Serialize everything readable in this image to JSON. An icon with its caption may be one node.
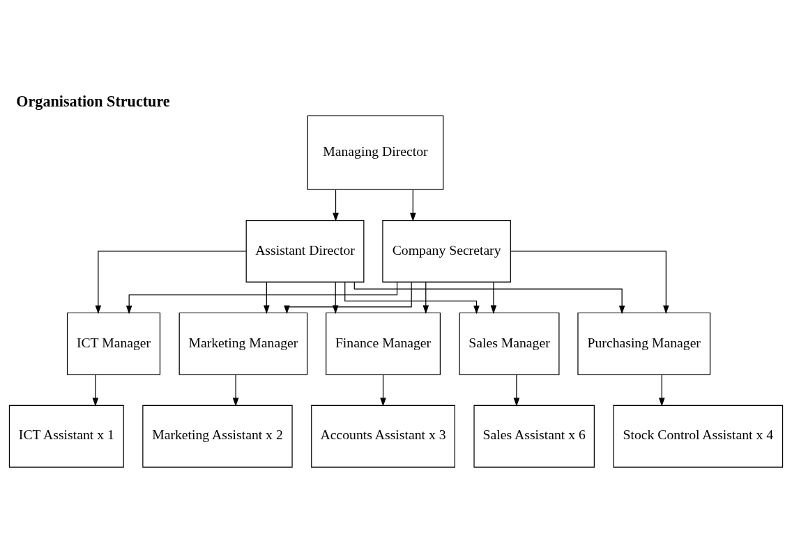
{
  "diagram": {
    "title": "Organisation Structure",
    "nodes": [
      {
        "text": [
          "Managing Director"
        ]
      },
      {
        "text": [
          "Assistant Director"
        ]
      },
      {
        "text": [
          "Company Secretary"
        ]
      },
      {
        "text": [
          "ICT Manager"
        ]
      },
      {
        "text": [
          "Marketing Manager"
        ]
      },
      {
        "text": [
          "Finance Manager"
        ]
      },
      {
        "text": [
          "Sales Manager"
        ]
      },
      {
        "text": [
          "Purchasing Manager"
        ]
      },
      {
        "text": [
          "ICT Assistant x 1"
        ]
      },
      {
        "text": [
          "Marketing Assistant x 2"
        ]
      },
      {
        "text": [
          "Accounts Assistant x 3"
        ]
      },
      {
        "text": [
          "Sales Assistant x 6"
        ]
      },
      {
        "text": [
          "Stock Control Assistant x 4"
        ]
      }
    ],
    "edges": [
      {
        "from": 0,
        "to": 1,
        "arrow": "to"
      },
      {
        "from": 0,
        "to": 2,
        "arrow": "to"
      },
      {
        "from": 1,
        "to": 3,
        "arrow": "to"
      },
      {
        "from": 1,
        "to": 4,
        "arrow": "to"
      },
      {
        "from": 1,
        "to": 5,
        "arrow": "to"
      },
      {
        "from": 1,
        "to": 6,
        "arrow": "to"
      },
      {
        "from": 1,
        "to": 7,
        "arrow": "to"
      },
      {
        "from": 2,
        "to": 3,
        "arrow": "to"
      },
      {
        "from": 2,
        "to": 4,
        "arrow": "to"
      },
      {
        "from": 2,
        "to": 5,
        "arrow": "to"
      },
      {
        "from": 2,
        "to": 6,
        "arrow": "to"
      },
      {
        "from": 2,
        "to": 7,
        "arrow": "to"
      },
      {
        "from": 3,
        "to": 8,
        "arrow": "to"
      },
      {
        "from": 4,
        "to": 9,
        "arrow": "to"
      },
      {
        "from": 5,
        "to": 10,
        "arrow": "to"
      },
      {
        "from": 6,
        "to": 11,
        "arrow": "to"
      },
      {
        "from": 7,
        "to": 12,
        "arrow": "to"
      }
    ]
  }
}
